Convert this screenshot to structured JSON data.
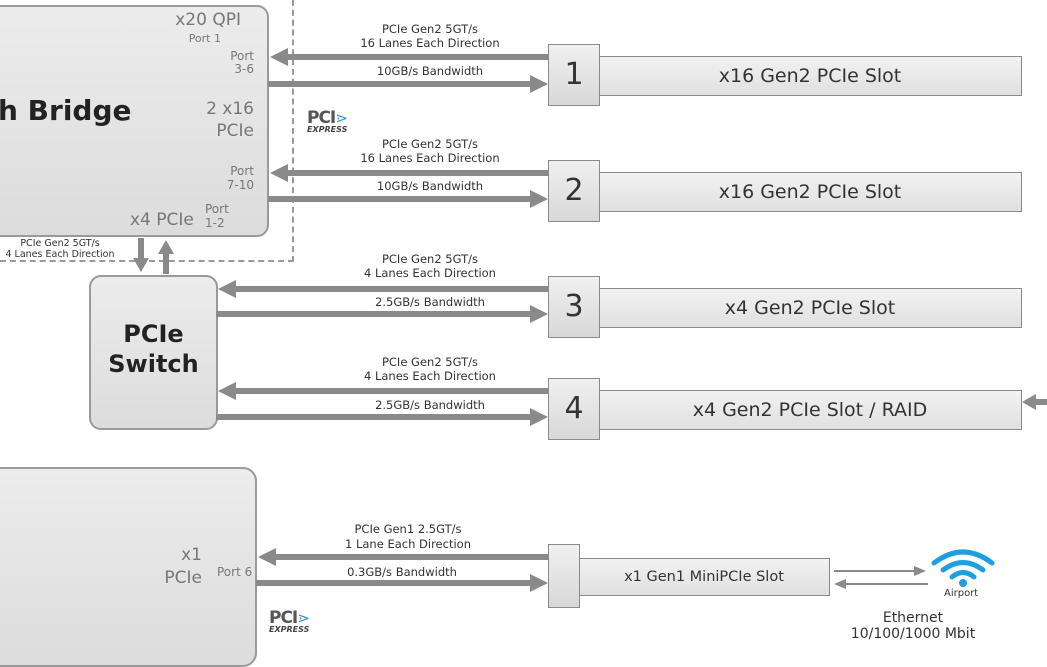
{
  "north_bridge": {
    "title": "h Bridge",
    "qpi": "x20 QPI",
    "port1": "Port 1",
    "port36_a": "Port",
    "port36_b": "3-6",
    "pcie_a": "2 x16",
    "pcie_b": "PCIe",
    "port710_a": "Port",
    "port710_b": "7-10",
    "x4pcie": "x4 PCIe",
    "port12_a": "Port",
    "port12_b": "1-2"
  },
  "nb_link_label": [
    "PCIe Gen2 5GT/s",
    "4 Lanes Each Direction"
  ],
  "pcie_switch": [
    "PCIe",
    "Switch"
  ],
  "south_bridge": {
    "x1_a": "x1",
    "x1_b": "PCIe",
    "port6": "Port 6"
  },
  "pcie_logo": {
    "top": "PCI",
    "bottom": "EXPRESS"
  },
  "links": [
    {
      "spec": "PCIe Gen2 5GT/s",
      "lanes": "16 Lanes Each Direction",
      "bandwidth": "10GB/s Bandwidth",
      "num": "1",
      "slot": "x16 Gen2 PCIe Slot"
    },
    {
      "spec": "PCIe Gen2 5GT/s",
      "lanes": "16 Lanes Each Direction",
      "bandwidth": "10GB/s Bandwidth",
      "num": "2",
      "slot": "x16 Gen2 PCIe Slot"
    },
    {
      "spec": "PCIe Gen2 5GT/s",
      "lanes": "4 Lanes Each Direction",
      "bandwidth": "2.5GB/s Bandwidth",
      "num": "3",
      "slot": "x4 Gen2 PCIe Slot"
    },
    {
      "spec": "PCIe Gen2 5GT/s",
      "lanes": "4 Lanes Each Direction",
      "bandwidth": "2.5GB/s Bandwidth",
      "num": "4",
      "slot": "x4 Gen2 PCIe Slot / RAID"
    },
    {
      "spec": "PCIe Gen1 2.5GT/s",
      "lanes": "1 Lane Each Direction",
      "bandwidth": "0.3GB/s Bandwidth",
      "num": "",
      "slot": "x1 Gen1 MiniPCIe Slot"
    }
  ],
  "airport": "Airport",
  "ethernet": [
    "Ethernet",
    "10/100/1000 Mbit"
  ],
  "colors": {
    "arrow": "#8a8a8a",
    "box": "#dcdcdc",
    "wifi": "#1e9fe0"
  }
}
